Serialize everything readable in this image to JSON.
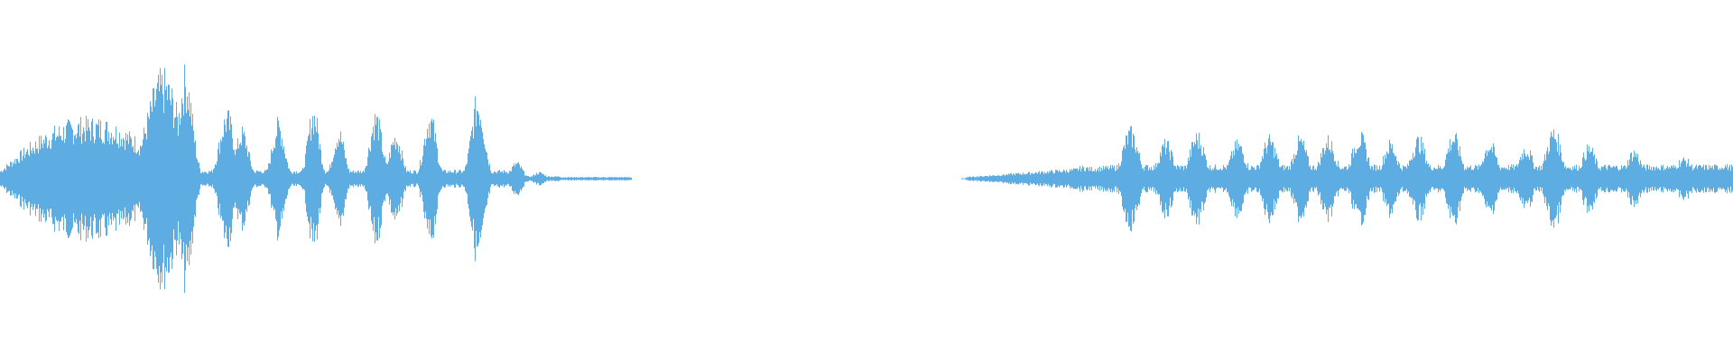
{
  "waveform": {
    "color": "#5dade2",
    "background": "#ffffff",
    "duration_fraction_segments": [
      {
        "start": 0.0,
        "end": 0.365,
        "kind": "speech"
      },
      {
        "start": 0.365,
        "end": 0.555,
        "kind": "silence"
      },
      {
        "start": 0.555,
        "end": 1.0,
        "kind": "speech"
      }
    ]
  }
}
